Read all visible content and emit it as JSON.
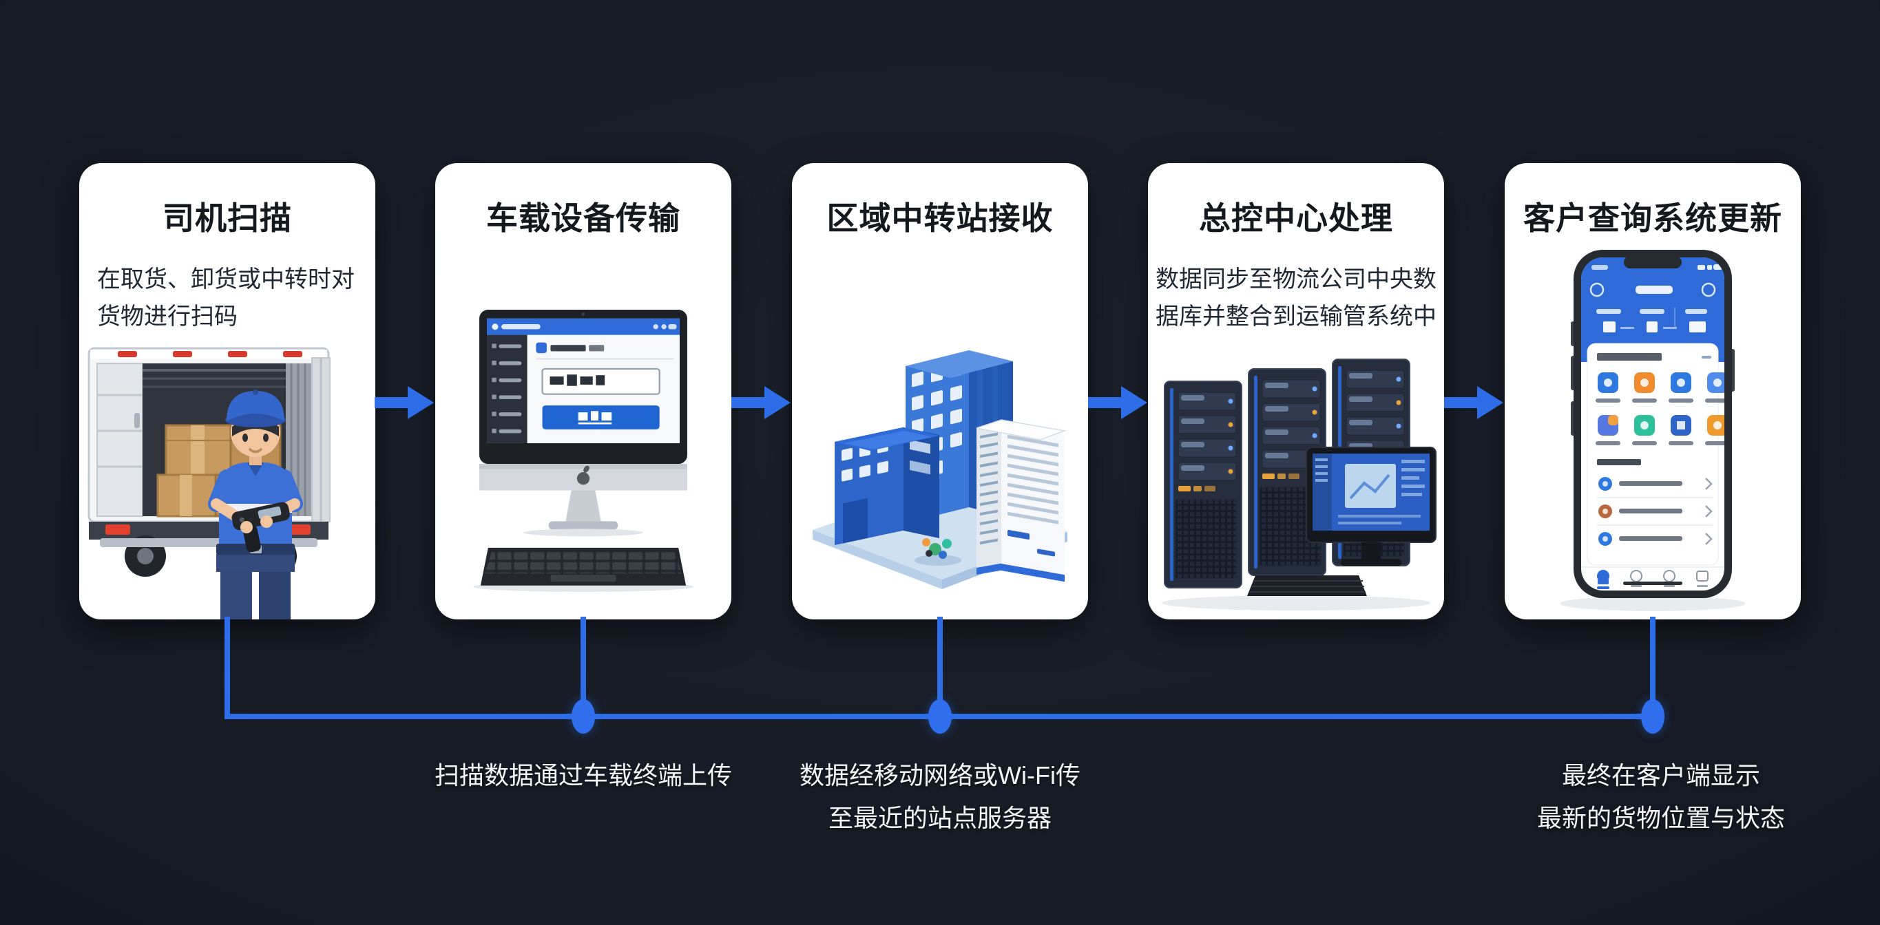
{
  "steps": [
    {
      "title": "司机扫描",
      "description_lines": [
        "在取货、卸货或中转时对",
        "货物进行扫码"
      ],
      "illustration": "driver-scanning-truck"
    },
    {
      "title": "车载设备传输",
      "description_lines": [],
      "illustration": "imac-upload-terminal"
    },
    {
      "title": "区域中转站接收",
      "description_lines": [],
      "illustration": "transfer-station-buildings"
    },
    {
      "title": "总控中心处理",
      "description_lines": [
        "数据同步至物流公司中央数",
        "据库并整合到运输管系统中"
      ],
      "illustration": "server-racks-console"
    },
    {
      "title": "客户查询系统更新",
      "description_lines": [],
      "illustration": "mobile-tracking-app"
    }
  ],
  "captions": [
    {
      "lines": [
        "扫描数据通过车载终端上传",
        ""
      ]
    },
    {
      "lines": [
        "数据经移动网络或Wi-Fi传",
        "至最近的站点服务器"
      ]
    },
    {
      "lines": [
        "最终在客户端显示",
        "最新的货物位置与状态"
      ]
    }
  ],
  "icons": {
    "flow_arrow": "arrow-right",
    "junction": "timeline-dot"
  },
  "colors": {
    "background": "#151923",
    "accent_blue": "#2d6ee8",
    "card_background": "#ffffff",
    "title_text": "#15181d",
    "body_text": "#202834",
    "caption_text": "#f3f5f8"
  }
}
